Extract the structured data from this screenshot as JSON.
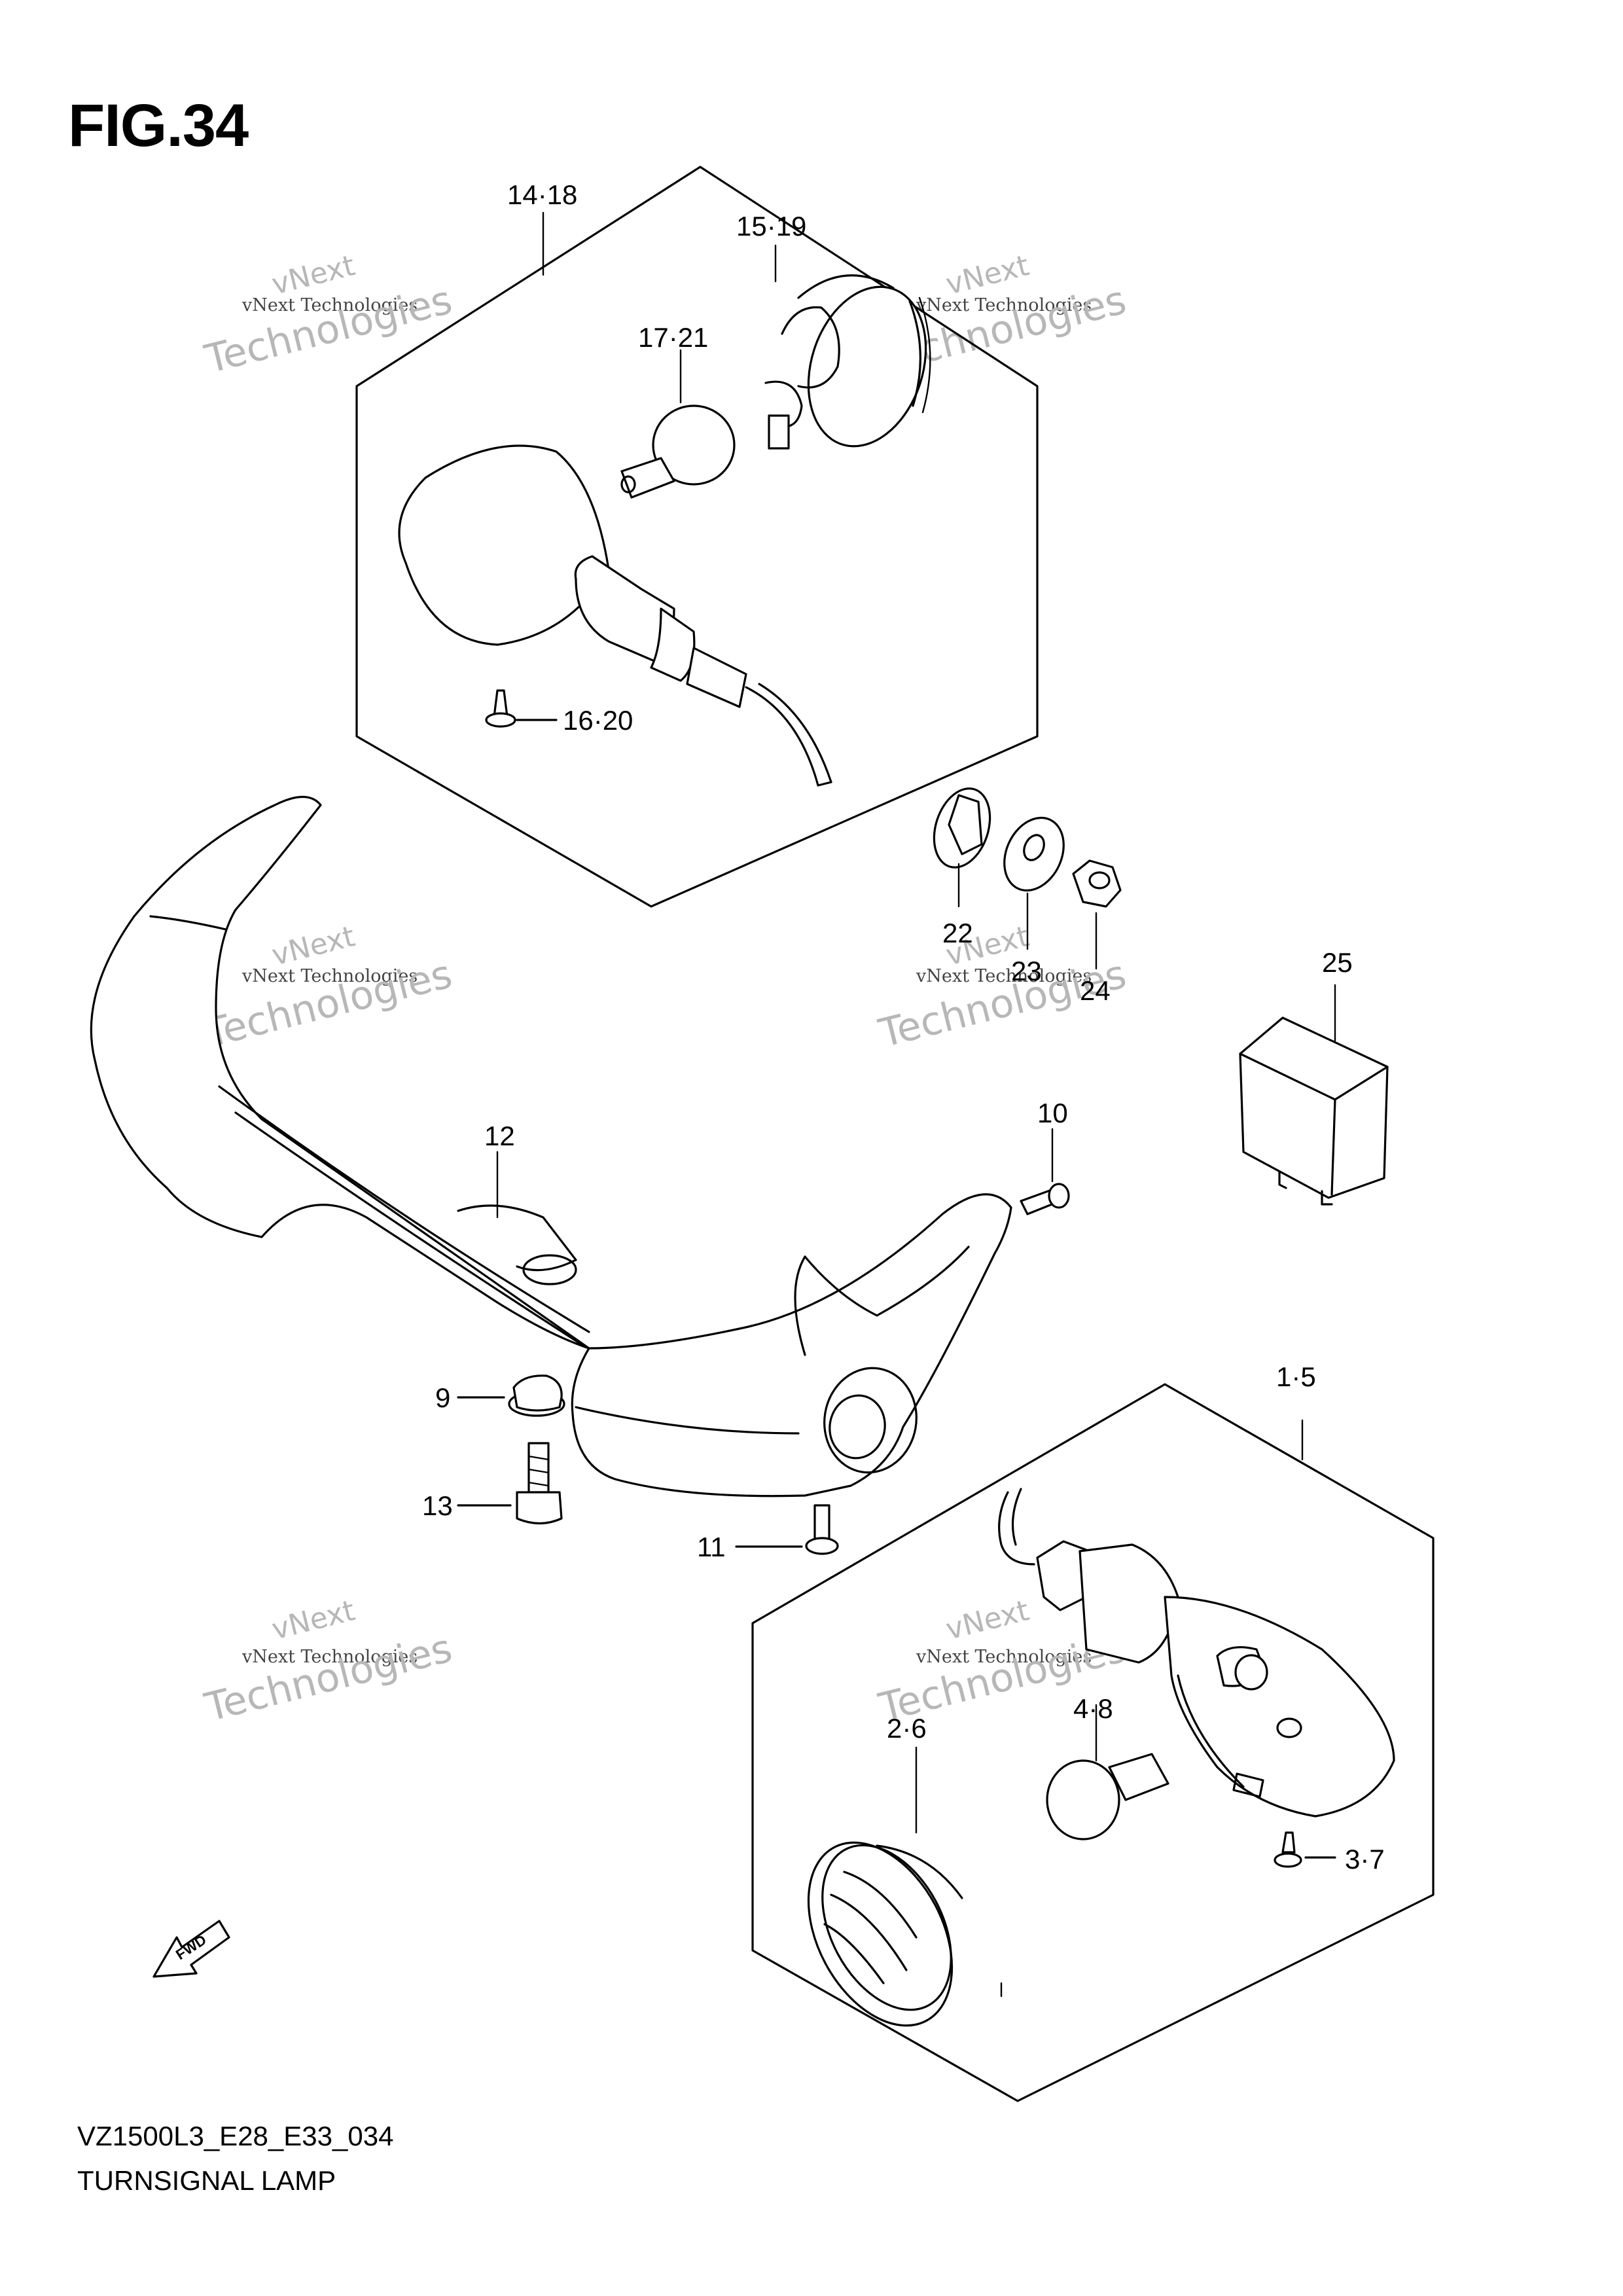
{
  "figure": {
    "title": "FIG.34",
    "model_code": "VZ1500L3_E28_E33_034",
    "section_name": "TURNSIGNAL LAMP",
    "fwd_label": "FWD"
  },
  "callouts": {
    "c14_18": "14·18",
    "c15_19": "15·19",
    "c17_21": "17·21",
    "c16_20": "16·20",
    "c22": "22",
    "c23": "23",
    "c24": "24",
    "c25": "25",
    "c12": "12",
    "c10": "10",
    "c9": "9",
    "c13": "13",
    "c11": "11",
    "c1_5": "1·5",
    "c4_8": "4·8",
    "c2_6": "2·6",
    "c3_7": "3·7"
  },
  "watermark": {
    "line1": "vNext",
    "line2": "vNext Technologies",
    "line3": "Technologies"
  },
  "colors": {
    "line": "#000000",
    "watermark": "#b7b7b7",
    "background": "#ffffff"
  }
}
